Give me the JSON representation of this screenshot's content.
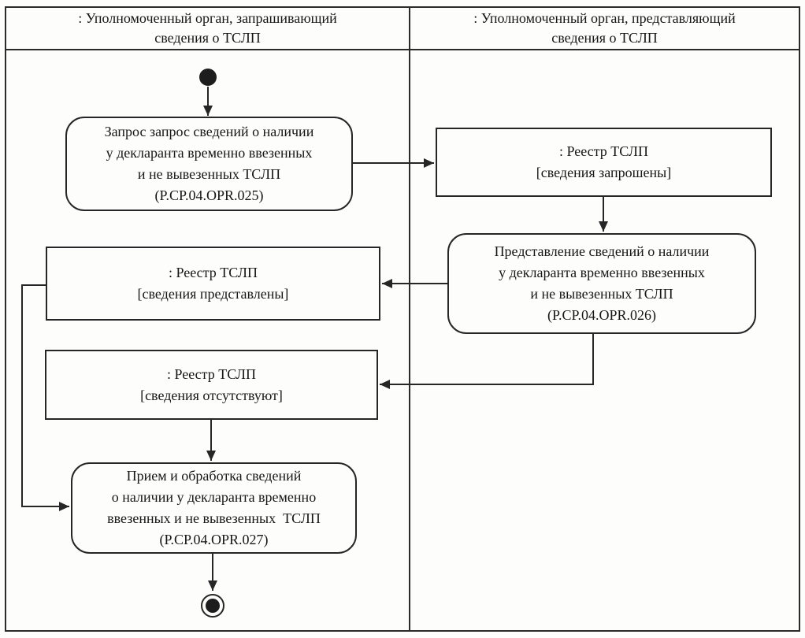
{
  "diagram": {
    "kind": "uml-activity-swimlane",
    "colors": {
      "line": "#2b2b2b",
      "text": "#161616",
      "paper": "#fdfdfb",
      "node_fill": "#1d1d1d"
    },
    "lanes": [
      {
        "title_lines": [
          ": Уполномоченный орган, запрашивающий",
          "сведения о ТСЛП"
        ]
      },
      {
        "title_lines": [
          ": Уполномоченный орган, представляющий",
          "сведения о ТСЛП"
        ]
      }
    ],
    "nodes": {
      "activity_request": {
        "lines": [
          "Запрос запрос сведений о наличии",
          "у декларанта временно ввезенных",
          "и не вывезенных ТСЛП",
          "(P.CP.04.OPR.025)"
        ]
      },
      "object_requested": {
        "lines": [
          ": Реестр ТСЛП",
          "[сведения запрошены]"
        ]
      },
      "activity_present": {
        "lines": [
          "Представление сведений о наличии",
          "у декларанта временно ввезенных",
          "и не вывезенных ТСЛП",
          "(P.CP.04.OPR.026)"
        ]
      },
      "object_presented": {
        "lines": [
          ": Реестр ТСЛП",
          "[сведения представлены]"
        ]
      },
      "object_absent": {
        "lines": [
          ": Реестр ТСЛП",
          "[сведения отсутствуют]"
        ]
      },
      "activity_receive": {
        "lines": [
          "Прием и обработка сведений",
          "о наличии у декларанта временно",
          "ввезенных и не вывезенных  ТСЛП",
          "(P.CP.04.OPR.027)"
        ]
      }
    }
  }
}
